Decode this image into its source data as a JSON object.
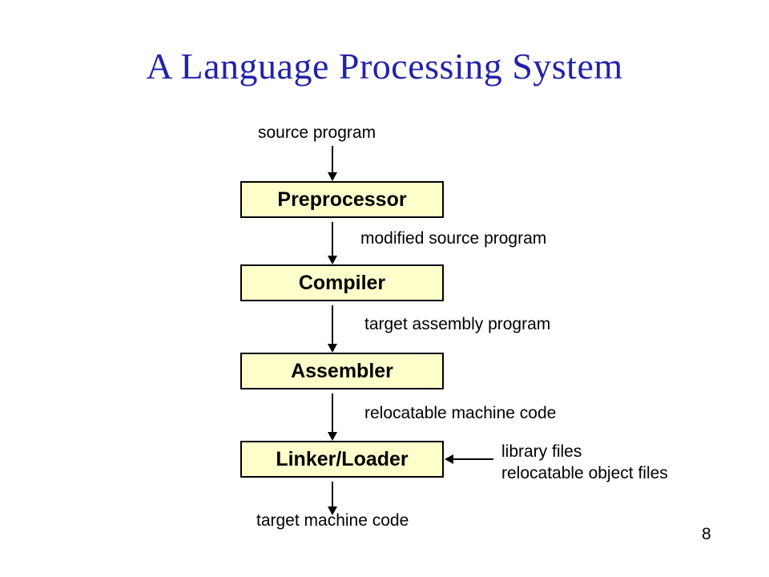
{
  "slide": {
    "title": "A Language Processing System",
    "title_color": "#2222aa",
    "background_color": "#ffffff",
    "page_number": "8"
  },
  "diagram": {
    "box_fill_color": "#ffffcc",
    "box_border_color": "#000000",
    "stages": [
      {
        "id": "preprocessor",
        "label": "Preprocessor"
      },
      {
        "id": "compiler",
        "label": "Compiler"
      },
      {
        "id": "assembler",
        "label": "Assembler"
      },
      {
        "id": "linker-loader",
        "label": "Linker/Loader"
      }
    ],
    "flow_labels": {
      "source_program": "source program",
      "modified_source_program": "modified source program",
      "target_assembly_program": "target assembly program",
      "relocatable_machine_code": "relocatable machine code",
      "target_machine_code": "target machine code",
      "library_files": "library files",
      "relocatable_object_files": "relocatable object files"
    }
  }
}
